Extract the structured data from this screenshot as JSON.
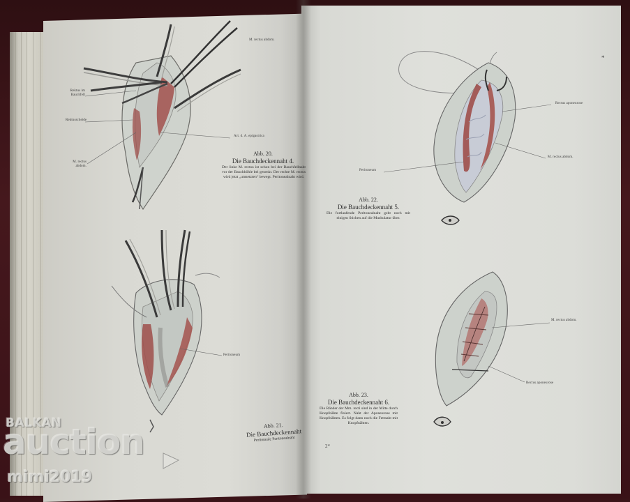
{
  "scene": {
    "subject": "Open antique German surgical textbook showing abdominal wall suture illustrations",
    "colors": {
      "cover": "#3a1418",
      "page": "#dcddd8",
      "tissue_red": "#a2524e",
      "ink": "#2d2d2d"
    }
  },
  "left_page": {
    "figure_20": {
      "labels": {
        "rectus_top": "M. rectus abdom.",
        "left_1": "Rektus im Bauchfell",
        "left_2": "Rektusscheide",
        "left_3": "M. rectus abdom.",
        "art": "Art. d. A. epigastrica"
      },
      "caption": {
        "number": "Abb. 20.",
        "title": "Die Bauchdeckennaht 4.",
        "body": "Der linke M. rectus ist schon bei der Bauchfellnaht vor der Bauchhöhle bei gesenkt. Der rechte M. rectus wird jetzt „umsetzten“ bewegt. Peritonealnaht wird."
      }
    },
    "figure_21": {
      "labels": {
        "peritoneum": "Peritoneum"
      },
      "caption": {
        "number": "Abb. 21.",
        "title": "Die Bauchdeckennaht",
        "body": "Peritoneale Peritonealnaht"
      }
    }
  },
  "right_page": {
    "figure_22": {
      "labels": {
        "rectus_sheath": "Rectus aponeurose",
        "rectus": "M. rectus abdom.",
        "peritoneum": "Peritoneum"
      },
      "caption": {
        "number": "Abb. 22.",
        "title": "Die Bauchdeckennaht 5.",
        "body": "Die fortlaufende Peritonealnaht geht noch mit einigen Stichen auf die Muskulatur über."
      }
    },
    "figure_23": {
      "labels": {
        "rectus": "M. rectus abdom.",
        "aponeurosis": "Rectus aponeurose"
      },
      "caption": {
        "number": "Abb. 23.",
        "title": "Die Bauchdeckennaht 6.",
        "body": "Die Ränder der Mm. recti sind in der Mitte durch Knopfnähte fixiert. Naht der Aponeurose mit Knopfnähten. Es folgt dann noch die Fettnaht mit Knopfnähten."
      }
    },
    "page_number": "2*",
    "corner_mark": "*"
  },
  "watermark": {
    "line1": "BALKAN",
    "line2": "auction",
    "line3": "mimi2019"
  }
}
